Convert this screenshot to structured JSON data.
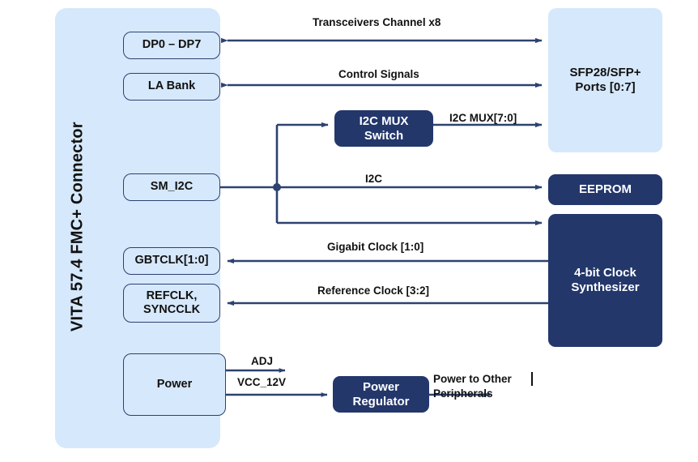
{
  "diagram": {
    "title": "VITA 57.4 FMC+ Connector block diagram",
    "colors": {
      "panel_fill": "#d6e8fb",
      "light_box_fill": "#d6e8fb",
      "light_box_border": "#2c4270",
      "dark_box_fill": "#23376b",
      "wire": "#2c4270",
      "text_dark": "#111111",
      "text_light": "#ffffff"
    }
  },
  "connector_panel": {
    "label": "VITA 57.4 FMC+ Connector",
    "ports": [
      {
        "id": "dp",
        "label": "DP0 – DP7"
      },
      {
        "id": "la",
        "label": "LA Bank"
      },
      {
        "id": "smi2c",
        "label": "SM_I2C"
      },
      {
        "id": "gbtclk",
        "label": "GBTCLK[1:0]"
      },
      {
        "id": "refclk",
        "label": "REFCLK,\nSYNCCLK"
      },
      {
        "id": "power",
        "label": "Power"
      }
    ]
  },
  "blocks": [
    {
      "id": "sfp",
      "label": "SFP28/SFP+\nPorts [0:7]",
      "style": "light-plain"
    },
    {
      "id": "i2cmux",
      "label": "I2C MUX\nSwitch",
      "style": "dark"
    },
    {
      "id": "eeprom",
      "label": "EEPROM",
      "style": "dark"
    },
    {
      "id": "clocksynth",
      "label": "4-bit Clock\nSynthesizer",
      "style": "dark"
    },
    {
      "id": "powerreg",
      "label": "Power\nRegulator",
      "style": "dark"
    }
  ],
  "connections": [
    {
      "id": "transceivers",
      "label": "Transceivers Channel x8",
      "from": "dp",
      "to": "sfp",
      "direction": "bidirectional"
    },
    {
      "id": "control",
      "label": "Control Signals",
      "from": "la",
      "to": "sfp",
      "direction": "bidirectional"
    },
    {
      "id": "i2cmuxbus",
      "label": "I2C MUX[7:0]",
      "from": "i2cmux",
      "to": "sfp",
      "direction": "forward"
    },
    {
      "id": "i2c",
      "label": "I2C",
      "from": "smi2c",
      "to": "eeprom",
      "direction": "forward"
    },
    {
      "id": "gigabitclock",
      "label": "Gigabit Clock [1:0]",
      "from": "clocksynth",
      "to": "gbtclk",
      "direction": "backward"
    },
    {
      "id": "referenceclock",
      "label": "Reference Clock [3:2]",
      "from": "clocksynth",
      "to": "refclk",
      "direction": "backward"
    },
    {
      "id": "adj",
      "label": "ADJ",
      "from": "power",
      "to": "",
      "direction": "forward"
    },
    {
      "id": "vcc12v",
      "label": "VCC_12V",
      "from": "power",
      "to": "powerreg",
      "direction": "forward"
    },
    {
      "id": "powerout",
      "label": "Power to Other\nPeripherals",
      "from": "powerreg",
      "to": "",
      "direction": "forward"
    }
  ]
}
